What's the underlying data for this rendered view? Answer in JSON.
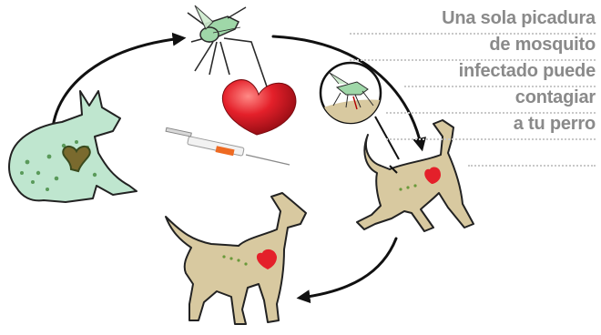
{
  "caption": {
    "lines": [
      "Una sola picadura",
      "de mosquito",
      "infectado puede",
      "contagiar",
      "a tu perro"
    ]
  },
  "icons": [
    "mosquito-icon",
    "infected-dog-icon",
    "heart-icon",
    "syringe-icon",
    "magnifier-icon",
    "dog-icon",
    "cycle-arrow-icon"
  ],
  "colors": {
    "caption_text": "#8a8a8a",
    "infected_dog": "#bfe6cf",
    "healthy_dog": "#d8c9a0",
    "heart": "#e4202a",
    "mosquito": "#9fd7a8",
    "arrow": "#111111"
  }
}
